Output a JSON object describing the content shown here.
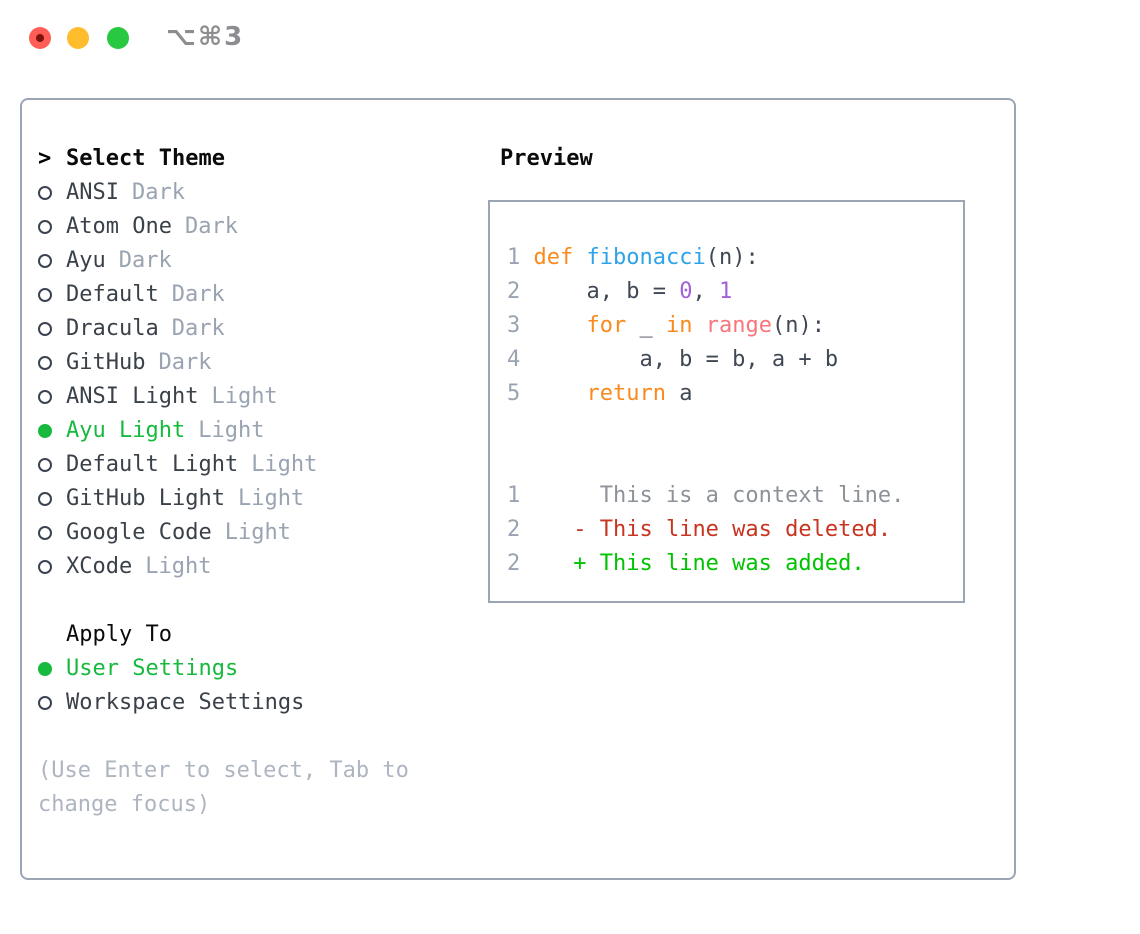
{
  "window": {
    "title": "⌥⌘3"
  },
  "theme_list": {
    "cursor": ">",
    "header": "Select Theme",
    "items": [
      {
        "name": "ANSI",
        "variant": "Dark",
        "selected": false
      },
      {
        "name": "Atom One",
        "variant": "Dark",
        "selected": false
      },
      {
        "name": "Ayu",
        "variant": "Dark",
        "selected": false
      },
      {
        "name": "Default",
        "variant": "Dark",
        "selected": false
      },
      {
        "name": "Dracula",
        "variant": "Dark",
        "selected": false
      },
      {
        "name": "GitHub",
        "variant": "Dark",
        "selected": false
      },
      {
        "name": "ANSI Light",
        "variant": "Light",
        "selected": false
      },
      {
        "name": "Ayu Light",
        "variant": "Light",
        "selected": true
      },
      {
        "name": "Default Light",
        "variant": "Light",
        "selected": false
      },
      {
        "name": "GitHub Light",
        "variant": "Light",
        "selected": false
      },
      {
        "name": "Google Code",
        "variant": "Light",
        "selected": false
      },
      {
        "name": "XCode",
        "variant": "Light",
        "selected": false
      }
    ]
  },
  "apply_to": {
    "header": "Apply To",
    "options": [
      {
        "name": "User Settings",
        "selected": true
      },
      {
        "name": "Workspace Settings",
        "selected": false
      }
    ]
  },
  "hint": "(Use Enter to select, Tab to change focus)",
  "preview": {
    "header": "Preview",
    "code_lines": [
      {
        "num": "1",
        "tokens": [
          [
            "kw",
            "def"
          ],
          [
            "p",
            " "
          ],
          [
            "fn",
            "fibonacci"
          ],
          [
            "p",
            "(n):"
          ]
        ]
      },
      {
        "num": "2",
        "tokens": [
          [
            "p",
            "    a, b = "
          ],
          [
            "lit",
            "0"
          ],
          [
            "p",
            ", "
          ],
          [
            "lit",
            "1"
          ]
        ]
      },
      {
        "num": "3",
        "tokens": [
          [
            "p",
            "    "
          ],
          [
            "kw",
            "for"
          ],
          [
            "p",
            " _ "
          ],
          [
            "kw",
            "in"
          ],
          [
            "p",
            " "
          ],
          [
            "call",
            "range"
          ],
          [
            "p",
            "(n):"
          ]
        ]
      },
      {
        "num": "4",
        "tokens": [
          [
            "p",
            "        a, b = b, a + b"
          ]
        ]
      },
      {
        "num": "5",
        "tokens": [
          [
            "p",
            "    "
          ],
          [
            "kw",
            "return"
          ],
          [
            "p",
            " a"
          ]
        ]
      },
      {
        "spacer": true
      },
      {
        "num": "1",
        "tokens": [
          [
            "ctx",
            "     This is a context line."
          ]
        ]
      },
      {
        "num": "2",
        "tokens": [
          [
            "p",
            "   "
          ],
          [
            "del",
            "- This line was deleted."
          ]
        ]
      },
      {
        "num": "2",
        "tokens": [
          [
            "p",
            "   "
          ],
          [
            "add",
            "+ This line was added."
          ]
        ]
      }
    ]
  },
  "colors": {
    "selection_green": "#17b93e",
    "keyword_orange": "#f98a1d",
    "function_blue": "#2fa3e8",
    "literal_purple": "#a361d9",
    "call_coral": "#f8757d",
    "code_plain": "#414855",
    "context_gray": "#8d9299",
    "deleted_red": "#c93420",
    "added_green": "#00c300",
    "muted_gray": "#9aa3b1",
    "hint_gray": "#aeb5c0",
    "border_gray": "#9ba5b3",
    "text_dark": "#3a4149",
    "header_black": "#0b0b0b",
    "traffic_red": "#ff5e57",
    "traffic_yellow": "#ffbd2e",
    "traffic_green": "#28c841"
  }
}
